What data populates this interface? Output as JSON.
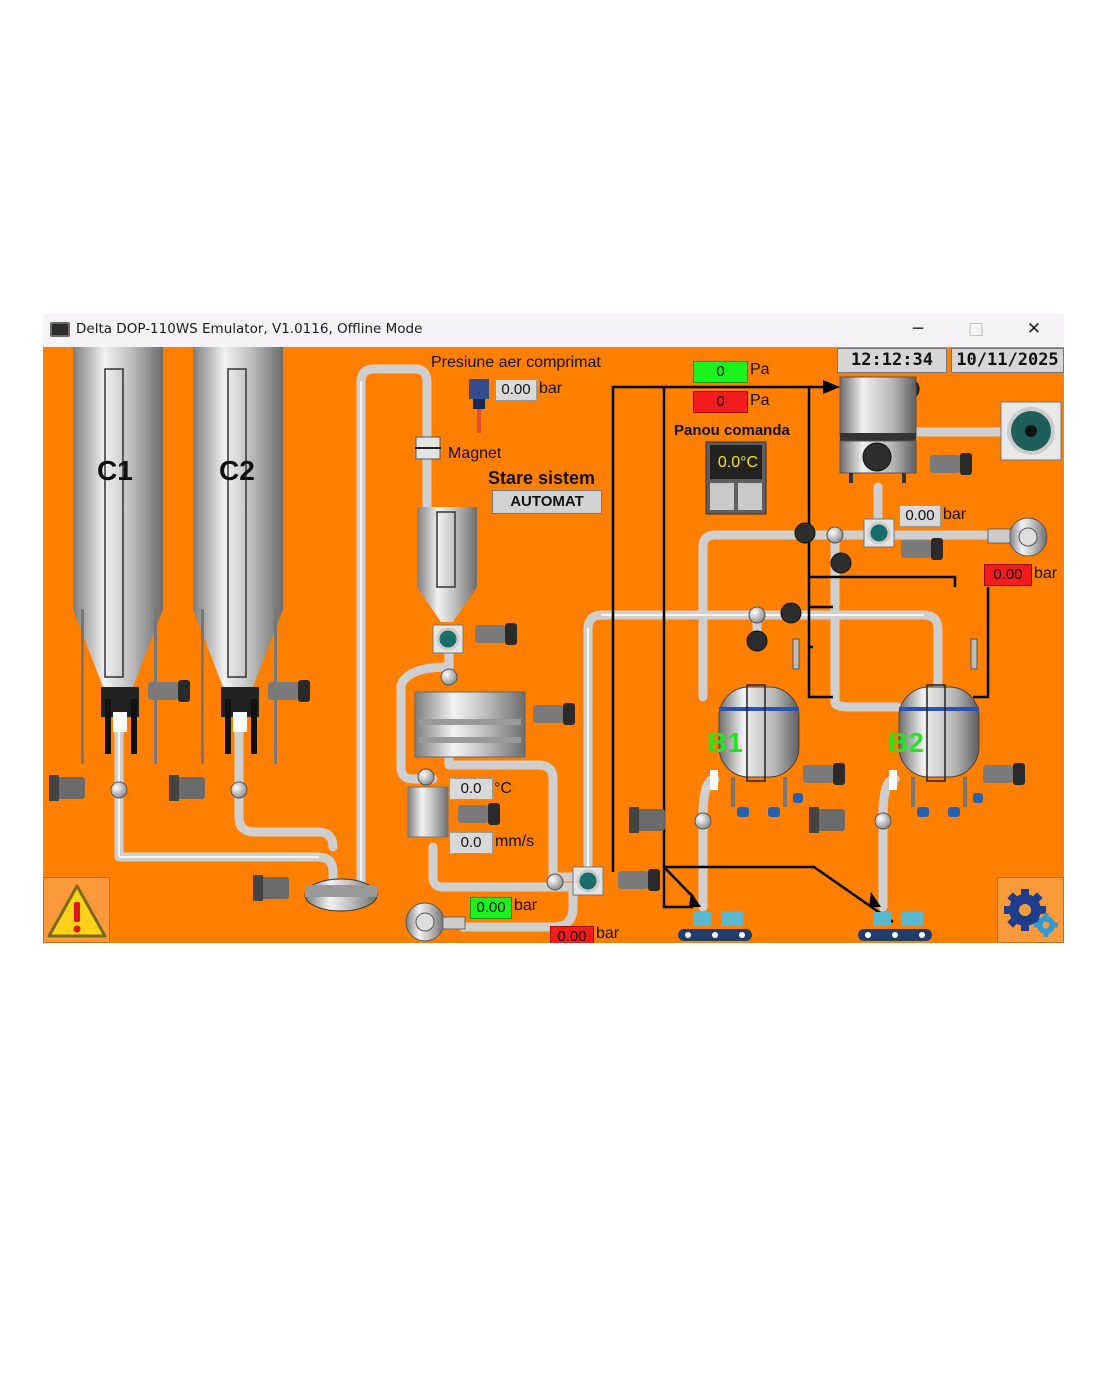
{
  "window": {
    "title": "Delta DOP-110WS Emulator, V1.0116, Offline Mode",
    "controls": {
      "minimize": "─",
      "maximize": "□",
      "close": "✕"
    }
  },
  "header": {
    "time": "12:12:34",
    "date": "10/11/2025"
  },
  "labels": {
    "compressed_air": "Presiune aer comprimat",
    "magnet": "Magnet",
    "system_state": "Stare sistem",
    "control_panel": "Panou comanda",
    "unit_bar": "bar",
    "unit_pa": "Pa",
    "unit_c": "°C",
    "unit_mms": "mm/s"
  },
  "status": {
    "mode": "AUTOMAT"
  },
  "tanks": {
    "c1": "C1",
    "c2": "C2",
    "b1": "B1",
    "b2": "B2"
  },
  "values": {
    "air_pressure": "0.00",
    "pa_top": "0",
    "pa_bottom": "0",
    "panel_temp": "0.0°C",
    "top_right_pressure": "0.00",
    "right_red_pressure": "0.00",
    "exchanger_temp": "0.0",
    "flow_speed": "0.0",
    "pump_green_pressure": "0.00",
    "pump_red_pressure": "0.00"
  },
  "icons": {
    "alarm": "warning-triangle-icon",
    "settings": "gears-icon"
  },
  "colors": {
    "background": "#ff7f00",
    "ok": "#1cf21c",
    "alarm": "#f21c1c",
    "tank_label_green": "#22e622"
  }
}
